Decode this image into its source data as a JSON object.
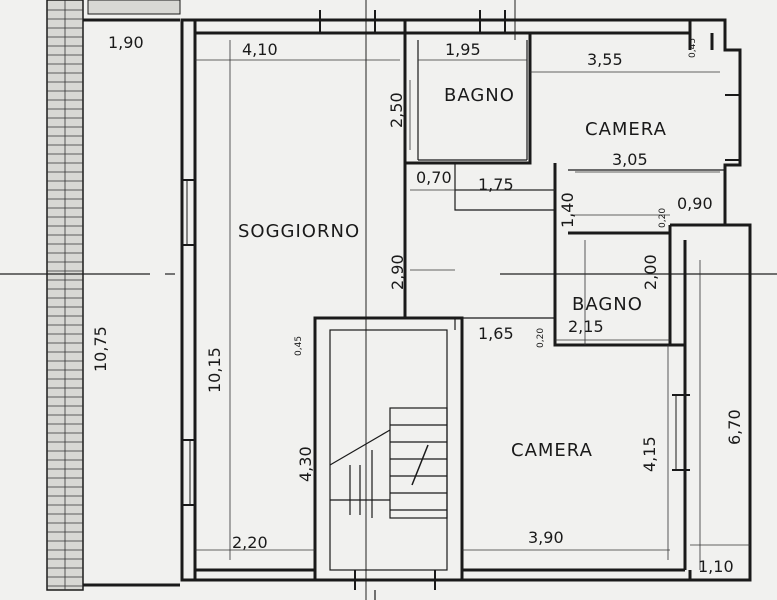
{
  "rooms": {
    "soggiorno": "SOGGIORNO",
    "bagno_top": "BAGNO",
    "camera_top": "CAMERA",
    "bagno_mid": "BAGNO",
    "camera_bottom": "CAMERA"
  },
  "dimensions": {
    "d_1_90": "1,90",
    "d_4_10": "4,10",
    "d_1_95": "1,95",
    "d_3_55": "3,55",
    "d_2_50": "2,50",
    "d_3_05": "3,05",
    "d_0_70": "0,70",
    "d_1_75": "1,75",
    "d_1_40": "1,40",
    "d_0_90": "0,90",
    "d_2_00": "2,00",
    "d_2_90": "2,90",
    "d_1_65": "1,65",
    "d_2_15": "2,15",
    "d_10_75": "10,75",
    "d_10_15": "10,15",
    "d_4_30": "4,30",
    "d_4_15": "4,15",
    "d_6_70": "6,70",
    "d_2_20": "2,20",
    "d_3_90": "3,90",
    "d_1_10": "1,10"
  },
  "small_notes": {
    "n_045_left": "0,45",
    "n_045_top": "0,45",
    "n_020_a": "0,20",
    "n_020_b": "0,20"
  }
}
